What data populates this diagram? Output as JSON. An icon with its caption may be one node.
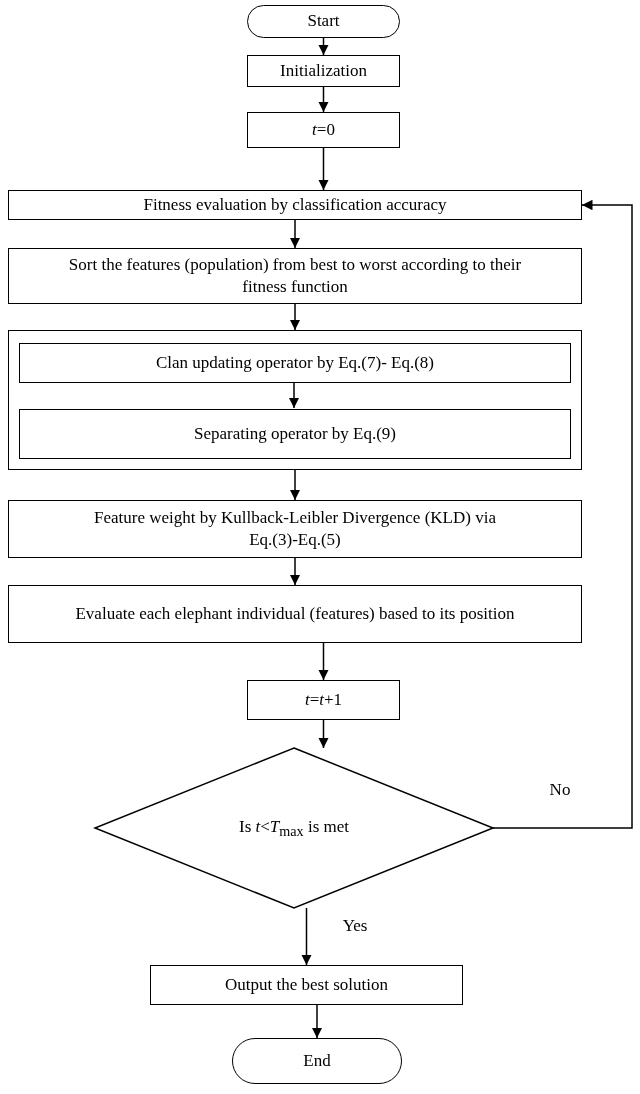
{
  "diagram": {
    "nodes": [
      {
        "text": [
          "Start"
        ]
      },
      {
        "text": [
          "Initialization"
        ]
      },
      {
        "text": [
          "*t*=0"
        ]
      },
      {
        "text": [
          "Fitness evaluation by classification accuracy"
        ]
      },
      {
        "text": [
          "Sort the features (population) from best to worst according to their fitness function"
        ]
      },
      {
        "text": [],
        "shape": "box"
      },
      {
        "text": [
          "Clan updating operator by Eq.(7)- Eq.(8)"
        ],
        "in": 5
      },
      {
        "text": [
          "Separating operator by Eq.(9)"
        ],
        "in": 5
      },
      {
        "text": [
          "Feature weight by Kullback-Leibler Divergence (KLD) via Eq.(3)-Eq.(5)"
        ]
      },
      {
        "text": [
          "Evaluate each elephant individual (features) based to its position"
        ]
      },
      {
        "text": [
          "*t*=*t*+1"
        ]
      },
      {
        "text": [
          "Is *t*<*T*$_{max}$ is met"
        ]
      },
      {
        "text": [
          "Output the best solution"
        ]
      },
      {
        "text": [
          "End"
        ]
      }
    ],
    "edges": [
      {
        "from": 0,
        "to": 1,
        "arrow": "to"
      },
      {
        "from": 1,
        "to": 2,
        "arrow": "to"
      },
      {
        "from": 2,
        "to": 3,
        "arrow": "to"
      },
      {
        "from": 3,
        "to": 4,
        "arrow": "to"
      },
      {
        "from": 4,
        "to": 5,
        "arrow": "to"
      },
      {
        "from": 6,
        "to": 7,
        "arrow": "to"
      },
      {
        "from": 5,
        "to": 8,
        "arrow": "to"
      },
      {
        "from": 8,
        "to": 9,
        "arrow": "to"
      },
      {
        "from": 9,
        "to": 10,
        "arrow": "to"
      },
      {
        "from": 10,
        "to": 11,
        "arrow": "to"
      },
      {
        "from": 11,
        "to": 12,
        "arrow": "to",
        "label": "Yes"
      },
      {
        "from": 12,
        "to": 13,
        "arrow": "to"
      },
      {
        "from": 11,
        "to": 3,
        "arrow": "to",
        "label": "No"
      }
    ]
  }
}
